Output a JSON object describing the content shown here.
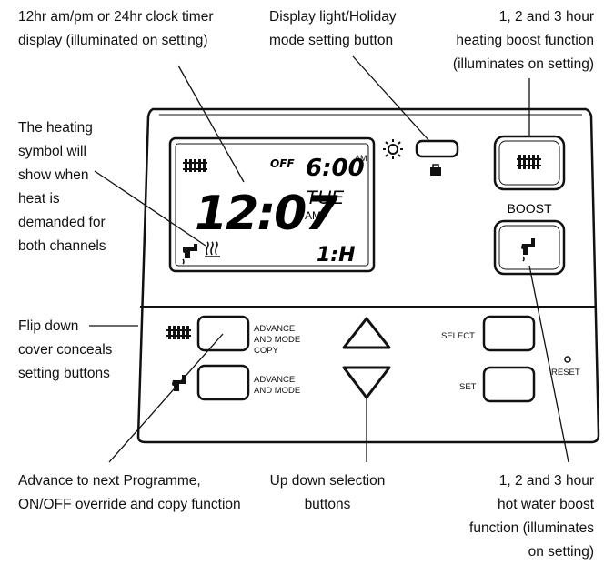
{
  "callouts": {
    "clock": "12hr am/pm or 24hr clock timer\ndisplay (illuminated on setting)",
    "display_light": "Display light/Holiday\nmode setting button",
    "heating_boost": "1, 2 and 3 hour\nheating boost function\n(illuminates on setting)",
    "heating_symbol": "The heating\nsymbol will\nshow when\nheat is\ndemanded for\nboth channels",
    "flip_cover": "Flip down\ncover conceals\nsetting buttons",
    "advance": "Advance to next Programme,\nON/OFF override and copy function",
    "up_down": "Up down selection\nbuttons",
    "hot_water_boost": "1, 2 and 3 hour\nhot water boost\nfunction (illuminates\non setting)"
  },
  "lcd": {
    "off_label": "OFF",
    "program_time": "6:00",
    "program_ampm": "AM",
    "clock_time": "12:07",
    "day": "TUE",
    "clock_ampm": "AM",
    "boost_indicator": "1:H"
  },
  "buttons": {
    "boost_label": "BOOST",
    "advance_copy_line1": "ADVANCE",
    "advance_copy_line2": "AND MODE",
    "advance_copy_line3": "COPY",
    "advance_line1": "ADVANCE",
    "advance_line2": "AND MODE",
    "select_label": "SELECT",
    "set_label": "SET",
    "reset_label": "RESET"
  }
}
